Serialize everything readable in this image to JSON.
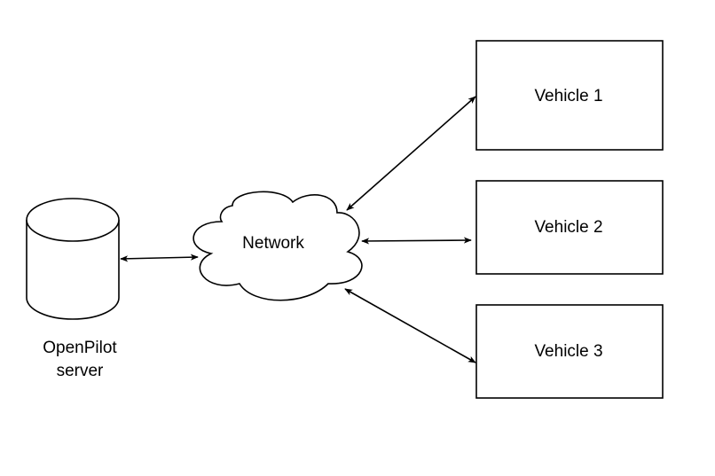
{
  "diagram": {
    "server": {
      "label_line1": "OpenPilot",
      "label_line2": "server",
      "shape": "cylinder"
    },
    "network": {
      "label": "Network",
      "shape": "cloud"
    },
    "vehicles": [
      {
        "label": "Vehicle 1"
      },
      {
        "label": "Vehicle 2"
      },
      {
        "label": "Vehicle 3"
      }
    ],
    "connections": [
      {
        "from": "server",
        "to": "network",
        "direction": "bidirectional"
      },
      {
        "from": "network",
        "to": "Vehicle 1",
        "direction": "bidirectional"
      },
      {
        "from": "network",
        "to": "Vehicle 2",
        "direction": "bidirectional"
      },
      {
        "from": "network",
        "to": "Vehicle 3",
        "direction": "bidirectional"
      }
    ],
    "stroke_color": "#000000",
    "fill_color": "#ffffff"
  }
}
